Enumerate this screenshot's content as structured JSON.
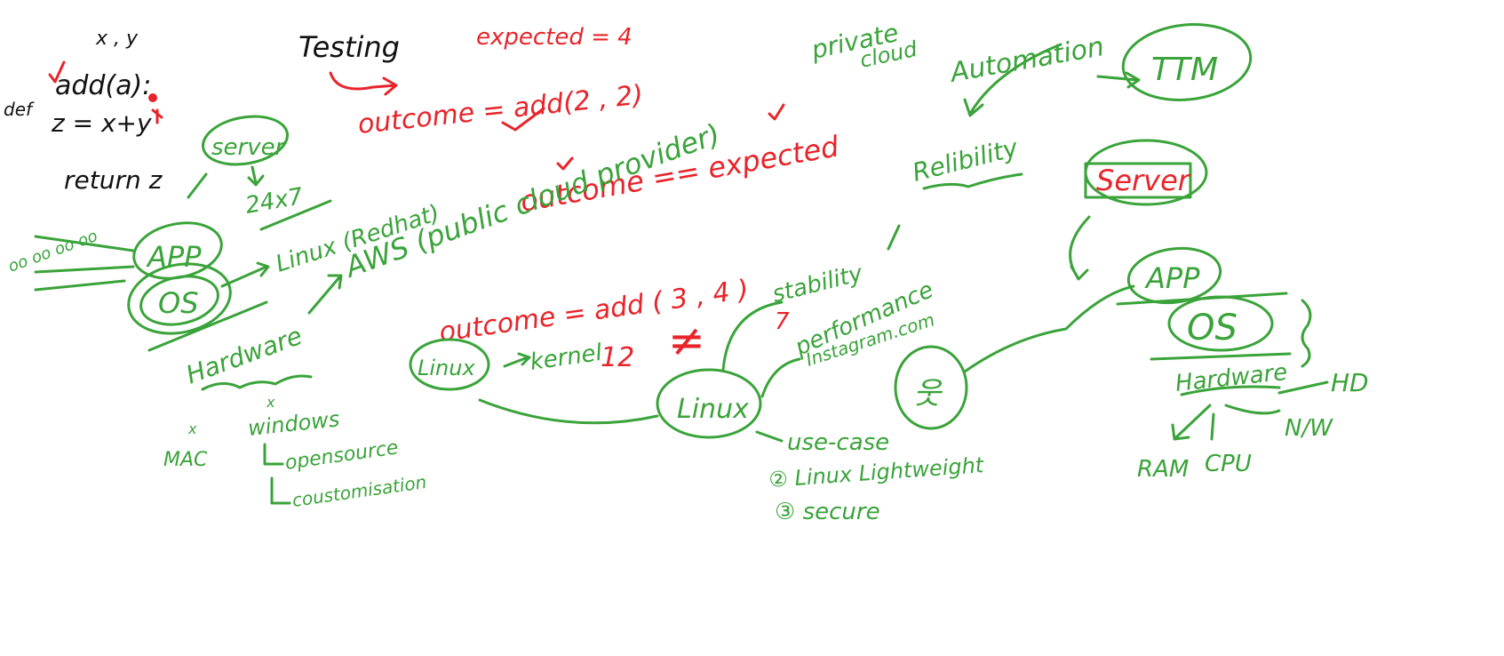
{
  "colors": {
    "background": "#ffffff",
    "green_ink": "#3aa33a",
    "red_ink": "#e8242a",
    "black_ink": "#111111"
  },
  "code": {
    "params": "x , y",
    "def": "def",
    "func": "add(a):",
    "body": "z = x+y",
    "return": "return z"
  },
  "testing": {
    "title": "Testing",
    "expected": "expected = 4",
    "outcome_call": "outcome = add(2 , 2)",
    "outcome_check": "outcome == expected",
    "outcome_call2": "outcome = add ( 3 , 4 )",
    "twelve": "12",
    "seven": "7",
    "not_equal": "≠"
  },
  "cloud": {
    "private": "private",
    "private2": "cloud",
    "aws": "AWS (public cloud provider)"
  },
  "stack_left": {
    "server": "server",
    "uptime": "24x7",
    "app": "APP",
    "os": "OS",
    "os_label": "Linux (Redhat)",
    "hardware": "Hardware",
    "users": "oo oo oo oo"
  },
  "linux_section": {
    "linux_small": "Linux",
    "kernel": "kernel",
    "linux_big": "Linux",
    "stability": "stability",
    "performance": "performance",
    "instagram": "Instagram.com",
    "use_case": "use-case",
    "point2": "② Linux Lightweight",
    "point3": "③ secure",
    "mac": "MAC",
    "windows": "windows",
    "opensource": "opensource",
    "customisation": "coustomisation",
    "x1": "x",
    "x2": "x"
  },
  "right_stack": {
    "automation": "Automation",
    "ttm": "TTM",
    "reliability": "Relibility",
    "server": "Server",
    "app": "APP",
    "os": "OS",
    "hardware": "Hardware",
    "ram": "RAM",
    "cpu": "CPU",
    "nw": "N/W",
    "hd": "HD"
  }
}
